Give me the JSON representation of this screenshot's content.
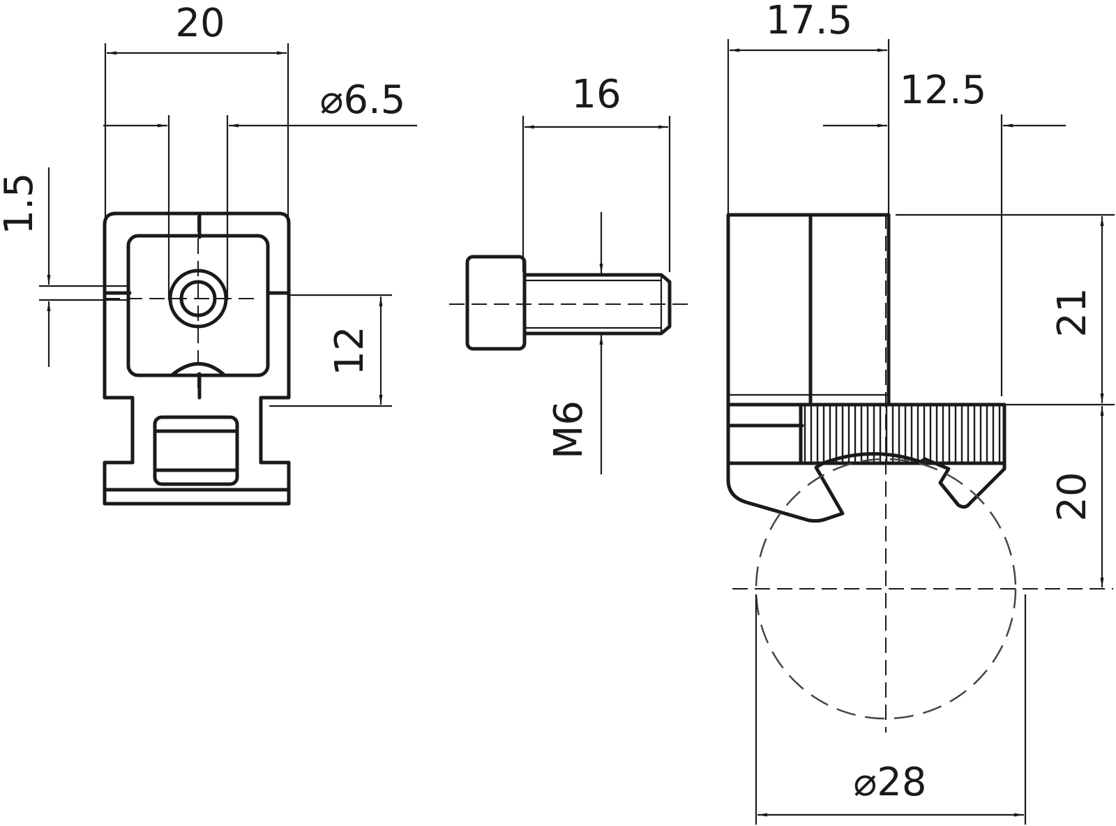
{
  "dimensions": {
    "left_width": "20",
    "hole_diameter": "⌀6.5",
    "slot_gap": "1.5",
    "center_height": "12",
    "screw_length": "16",
    "thread": "M6",
    "top_offset": "17.5",
    "side_offset": "12.5",
    "upper_height": "21",
    "lower_height": "20",
    "tube_diameter": "⌀28"
  }
}
